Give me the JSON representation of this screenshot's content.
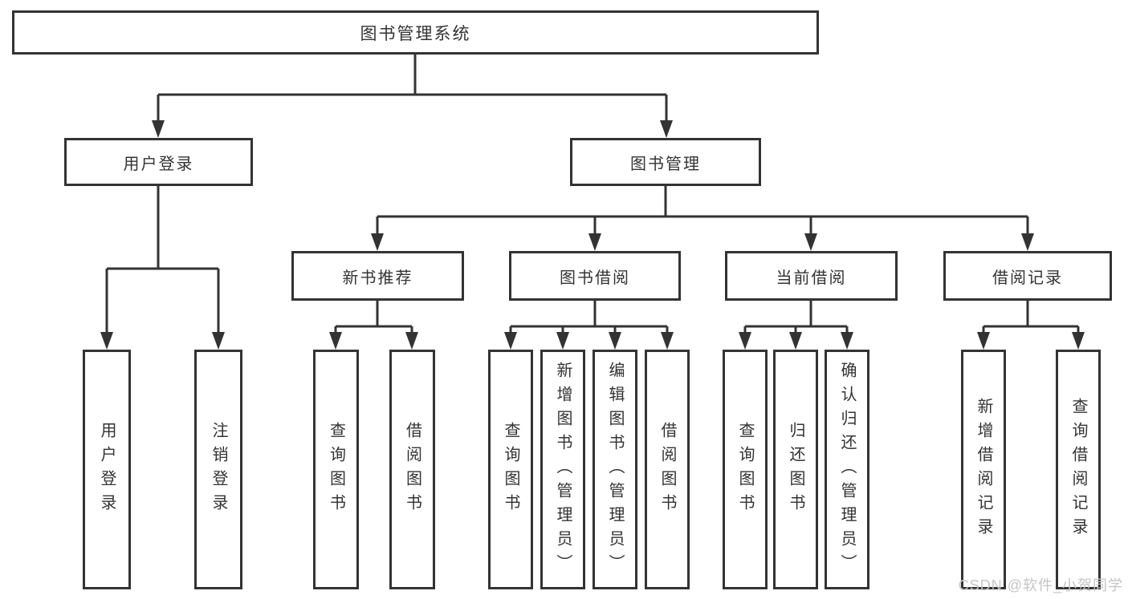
{
  "diagram": {
    "type": "hierarchy-tree",
    "colors": {
      "line": "#333333",
      "box_border": "#333333",
      "box_fill": "#ffffff",
      "text": "#333333",
      "background": "#ffffff",
      "watermark": "#c5c5c5"
    },
    "tree": {
      "label": "图书管理系统",
      "children": [
        {
          "label": "用户登录",
          "children": [
            {
              "label": "用户登录"
            },
            {
              "label": "注销登录"
            }
          ]
        },
        {
          "label": "图书管理",
          "children": [
            {
              "label": "新书推荐",
              "children": [
                {
                  "label": "查询图书"
                },
                {
                  "label": "借阅图书"
                }
              ]
            },
            {
              "label": "图书借阅",
              "children": [
                {
                  "label": "查询图书"
                },
                {
                  "label": "新增图书（管理员）"
                },
                {
                  "label": "编辑图书（管理员）"
                },
                {
                  "label": "借阅图书"
                }
              ]
            },
            {
              "label": "当前借阅",
              "children": [
                {
                  "label": "查询图书"
                },
                {
                  "label": "归还图书"
                },
                {
                  "label": "确认归还（管理员）"
                }
              ]
            },
            {
              "label": "借阅记录",
              "children": [
                {
                  "label": "新增借阅记录"
                },
                {
                  "label": "查询借阅记录"
                }
              ]
            }
          ]
        }
      ]
    },
    "watermark": {
      "text": "CSDN @软件_小贺同学"
    }
  }
}
